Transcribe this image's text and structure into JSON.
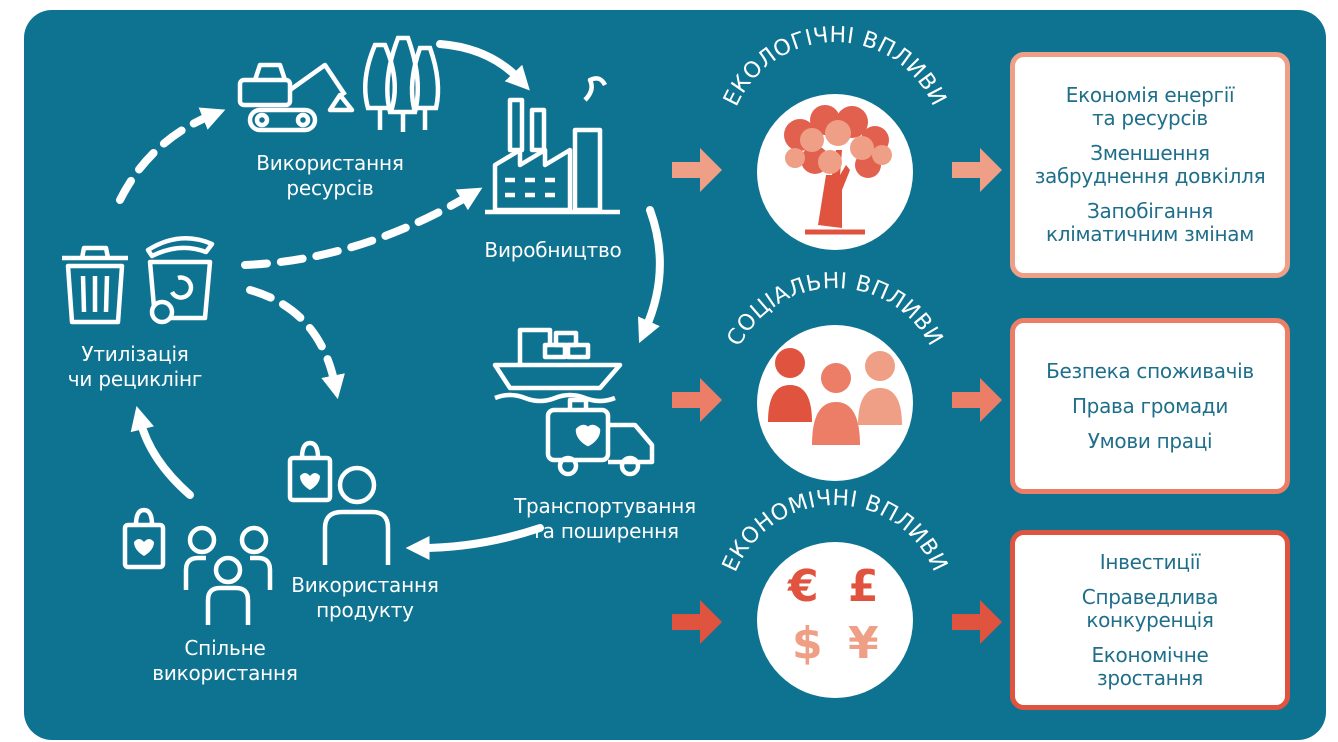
{
  "colors": {
    "background": "#0e7391",
    "salmon_light": "#ee9f85",
    "salmon": "#ec7d66",
    "red": "#e0533f",
    "white": "#ffffff",
    "box_text": "#1f6f8b"
  },
  "cycle": {
    "resources": "Використання\nресурсів",
    "production": "Виробництво",
    "transport": "Транспортування\nта поширення",
    "product_use": "Використання\nпродукту",
    "sharing": "Спільне\nвикористання",
    "disposal": "Утилізація\nчи рециклінг"
  },
  "impacts": [
    {
      "title": "ЕКОЛОГІЧНІ ВПЛИВИ",
      "icon": "tree-icon",
      "items": [
        "Економія енергії\nта ресурсів",
        "Зменшення\nзабруднення довкілля",
        "Запобігання\nкліматичним змінам"
      ]
    },
    {
      "title": "СОЦІАЛЬНІ ВПЛИВИ",
      "icon": "people-icon",
      "items": [
        "Безпека споживачів",
        "Права громади",
        "Умови праці"
      ]
    },
    {
      "title": "ЕКОНОМІЧНІ ВПЛИВИ",
      "icon": "currency-icon",
      "items": [
        "Інвестиції",
        "Справедлива\nконкуренція",
        "Економічне\nзростання"
      ]
    }
  ],
  "currency_symbols": {
    "euro": "€",
    "pound": "£",
    "dollar": "$",
    "yen": "¥"
  }
}
